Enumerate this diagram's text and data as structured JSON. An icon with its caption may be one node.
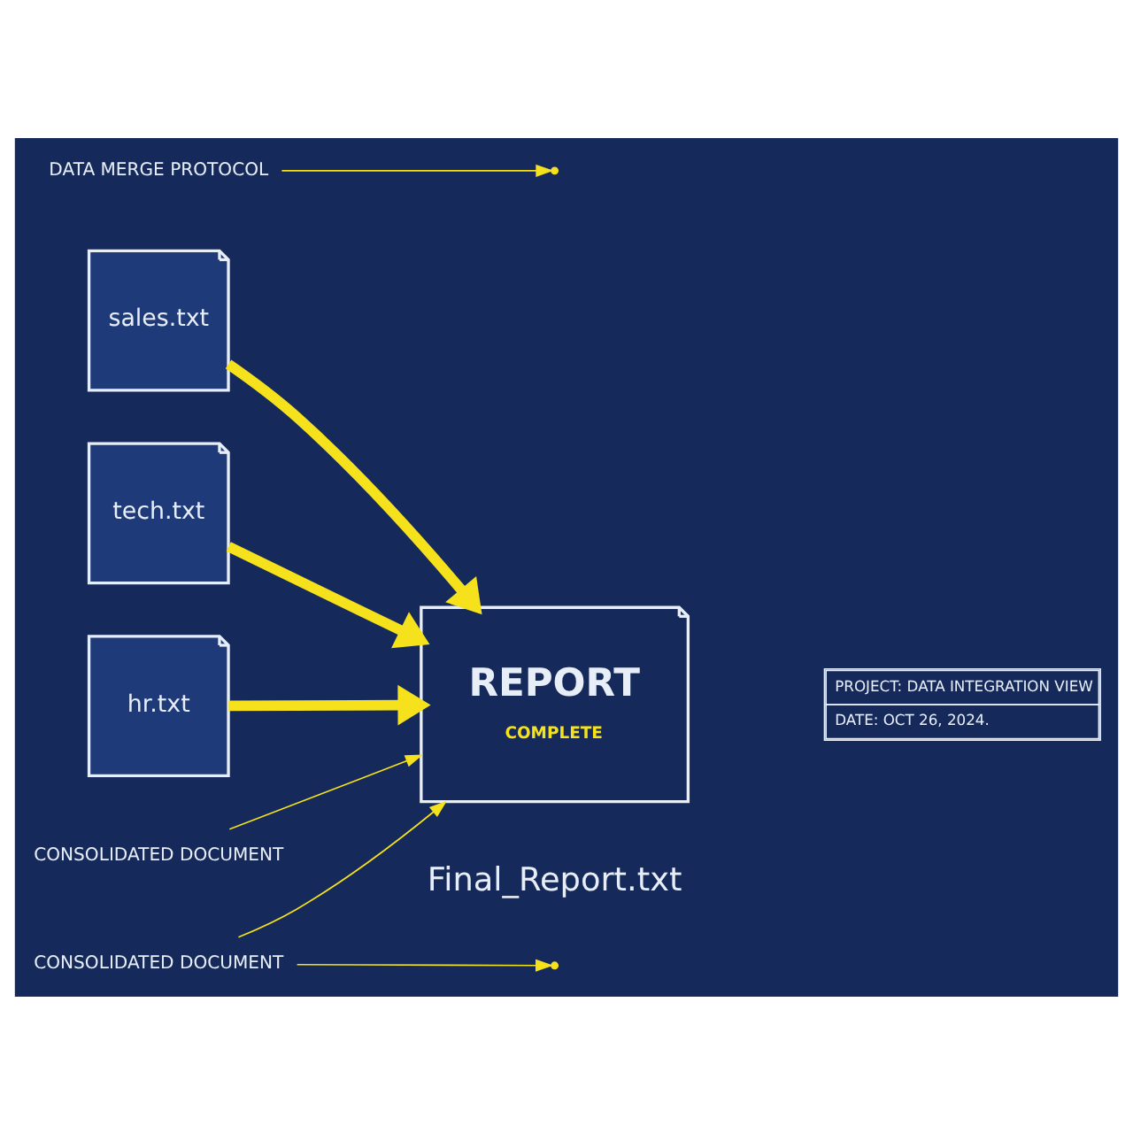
{
  "diagram": {
    "nodes": [
      {
        "text": [
          "sales.txt"
        ]
      },
      {
        "text": [
          "tech.txt"
        ]
      },
      {
        "text": [
          "hr.txt"
        ]
      },
      {
        "text": [
          "REPORT",
          "COMPLETE"
        ],
        "beside": [
          "Final_Report.txt"
        ]
      },
      {
        "text": [
          "DATA MERGE PROTOCOL"
        ]
      },
      {
        "text": [
          "CONSOLIDATED DOCUMENT"
        ]
      },
      {
        "text": [
          "CONSOLIDATED DOCUMENT"
        ]
      }
    ],
    "edges": [
      {
        "from": 0,
        "to": 3,
        "arrow": "to",
        "style": "thick"
      },
      {
        "from": 1,
        "to": 3,
        "arrow": "to",
        "style": "thick"
      },
      {
        "from": 2,
        "to": 3,
        "arrow": "to",
        "style": "thick"
      },
      {
        "from": 4,
        "to": null,
        "arrow": "to"
      },
      {
        "from": 5,
        "to": 3,
        "arrow": "to"
      },
      {
        "from": 6,
        "to": null,
        "arrow": "to"
      },
      {
        "from": 6,
        "to": 3,
        "arrow": "to"
      }
    ],
    "labels": [
      "PROJECT: DATA INTEGRATION VIEW",
      "DATE: OCT 26, 2024."
    ]
  }
}
